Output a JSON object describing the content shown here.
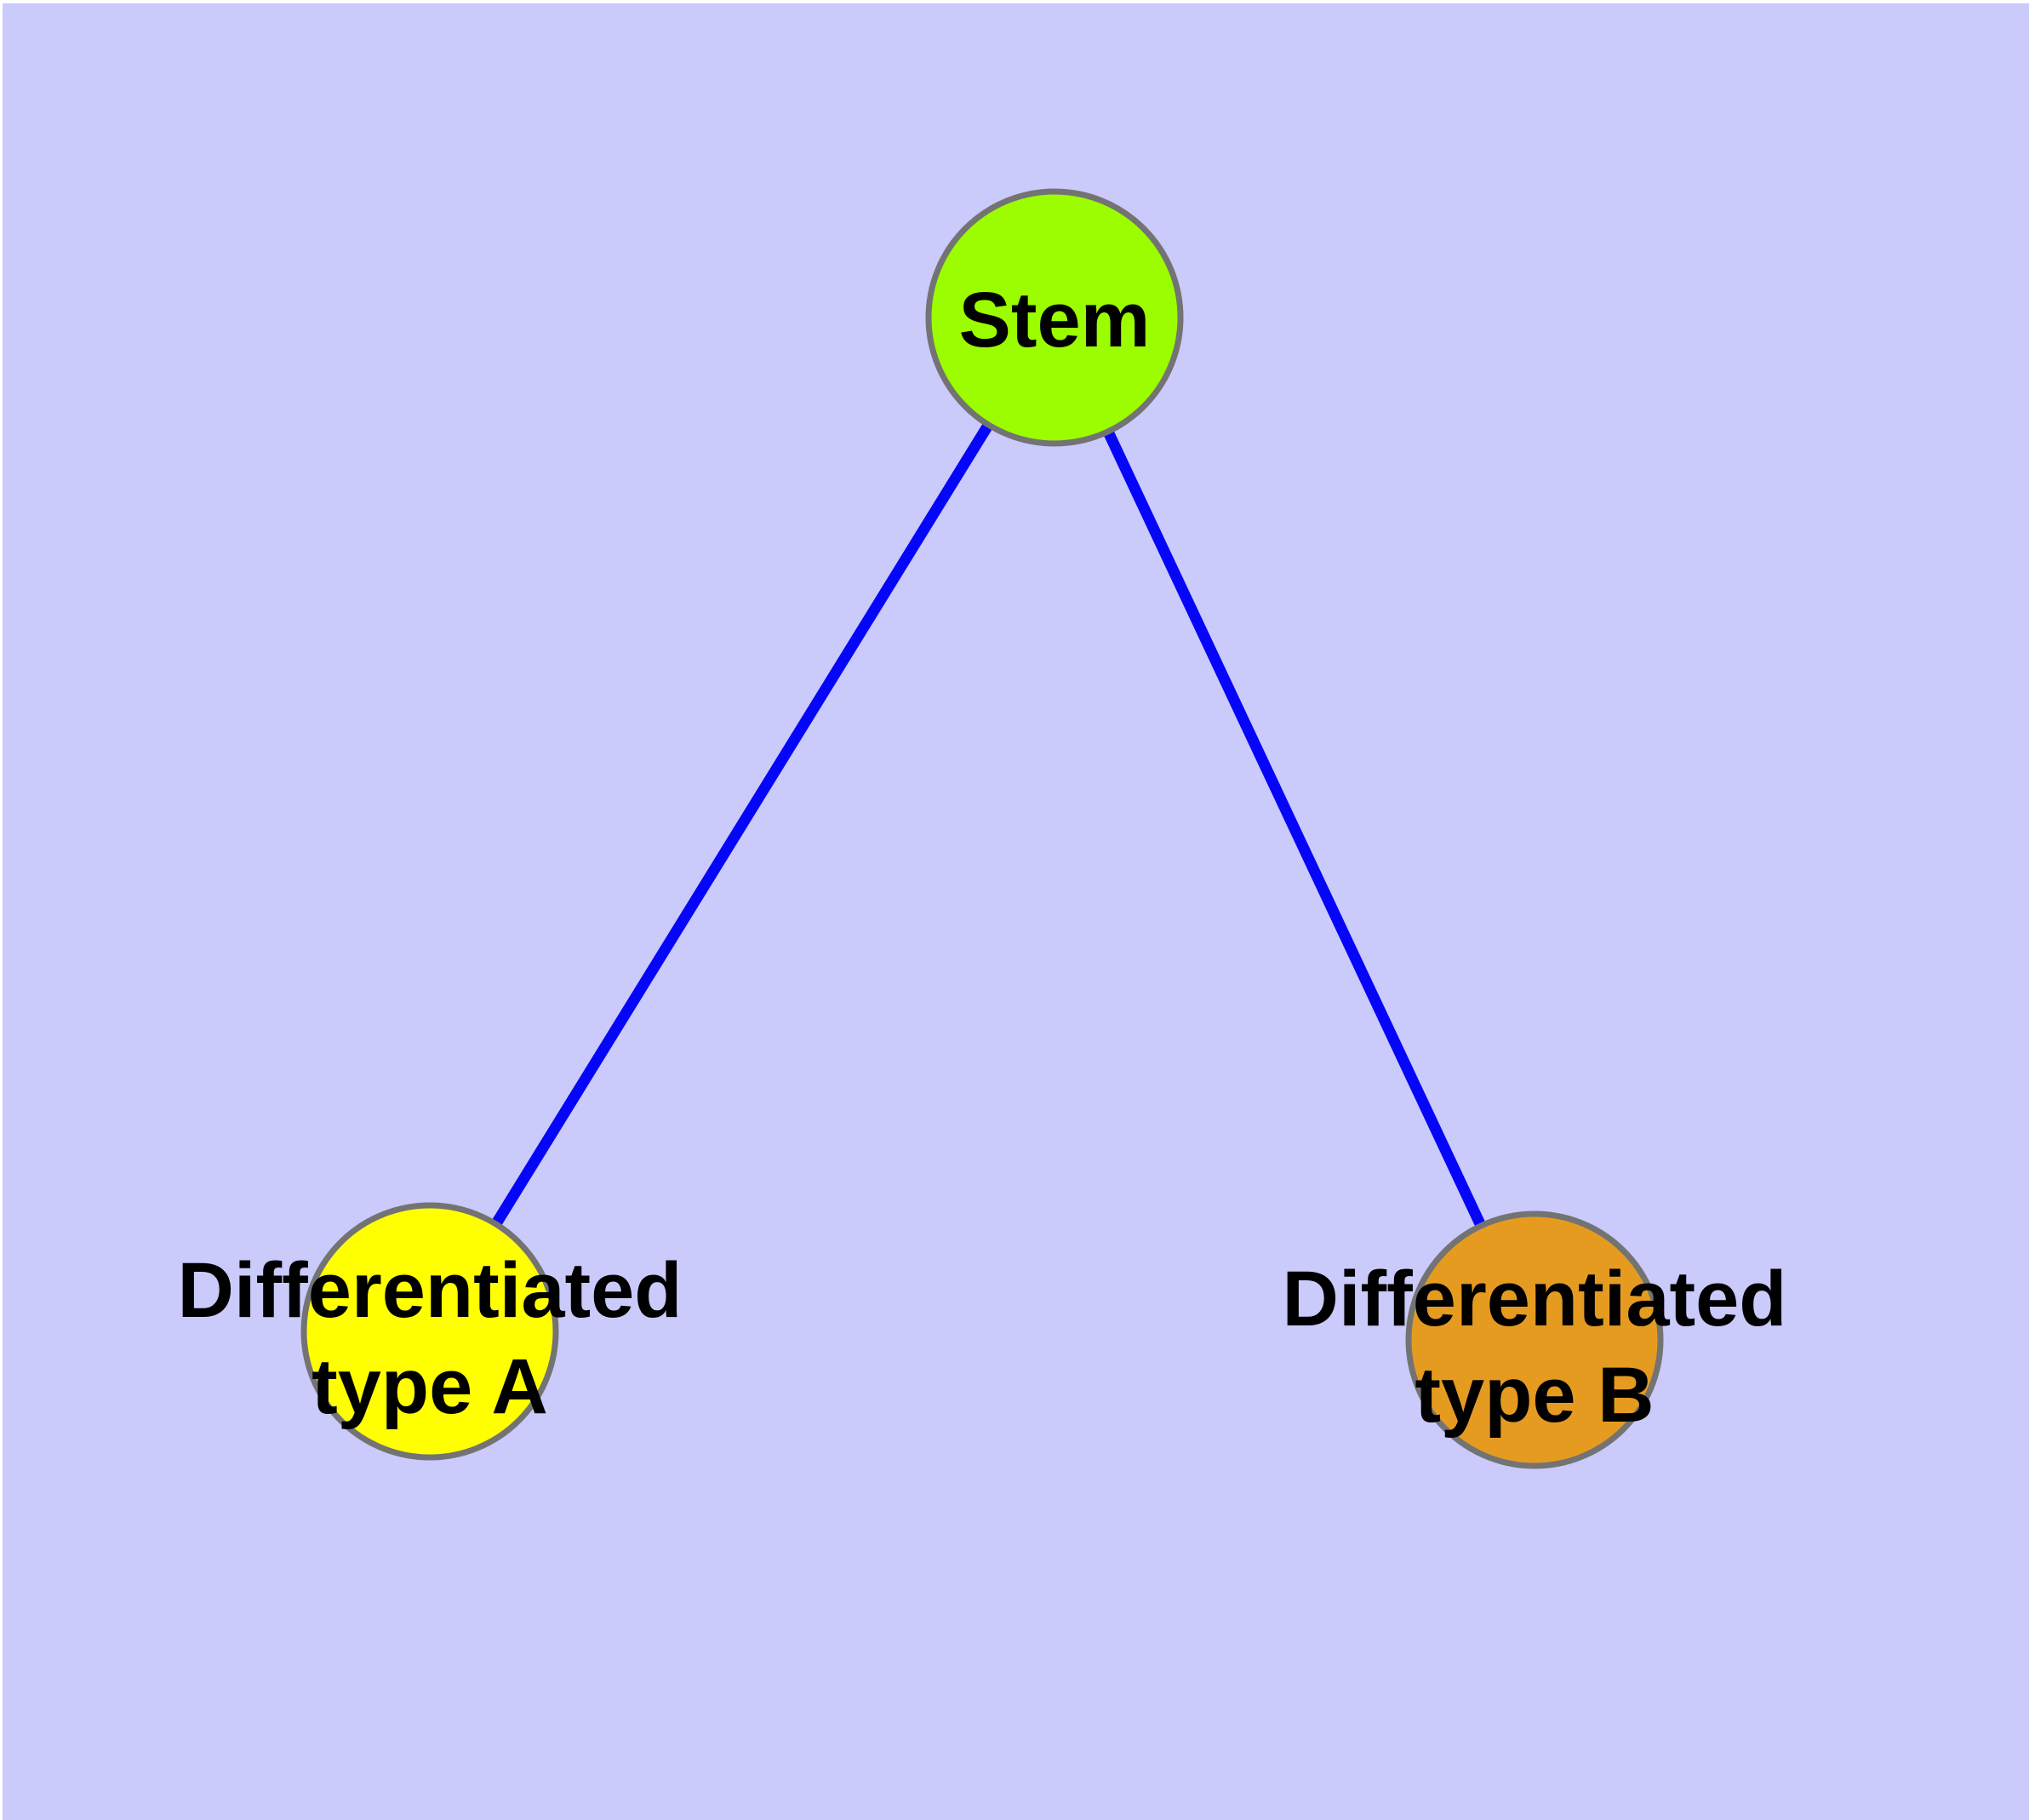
{
  "diagram": {
    "background_color": "#CACAFB",
    "margin_color": "#FFFFFF",
    "edge_color": "#0505FA",
    "node_border_color": "#737373",
    "label_color": "#000000",
    "nodes": {
      "stem": {
        "label": "Stem",
        "fill": "#9BFD00"
      },
      "type_a": {
        "label_line1": "Differentiated",
        "label_line2": "type A",
        "fill": "#FFFF00"
      },
      "type_b": {
        "label_line1": "Differentiated",
        "label_line2": "type B",
        "fill": "#E59B20"
      }
    },
    "edges": [
      {
        "from": "Stem",
        "to": "Differentiated type A"
      },
      {
        "from": "Stem",
        "to": "Differentiated type B"
      }
    ]
  }
}
